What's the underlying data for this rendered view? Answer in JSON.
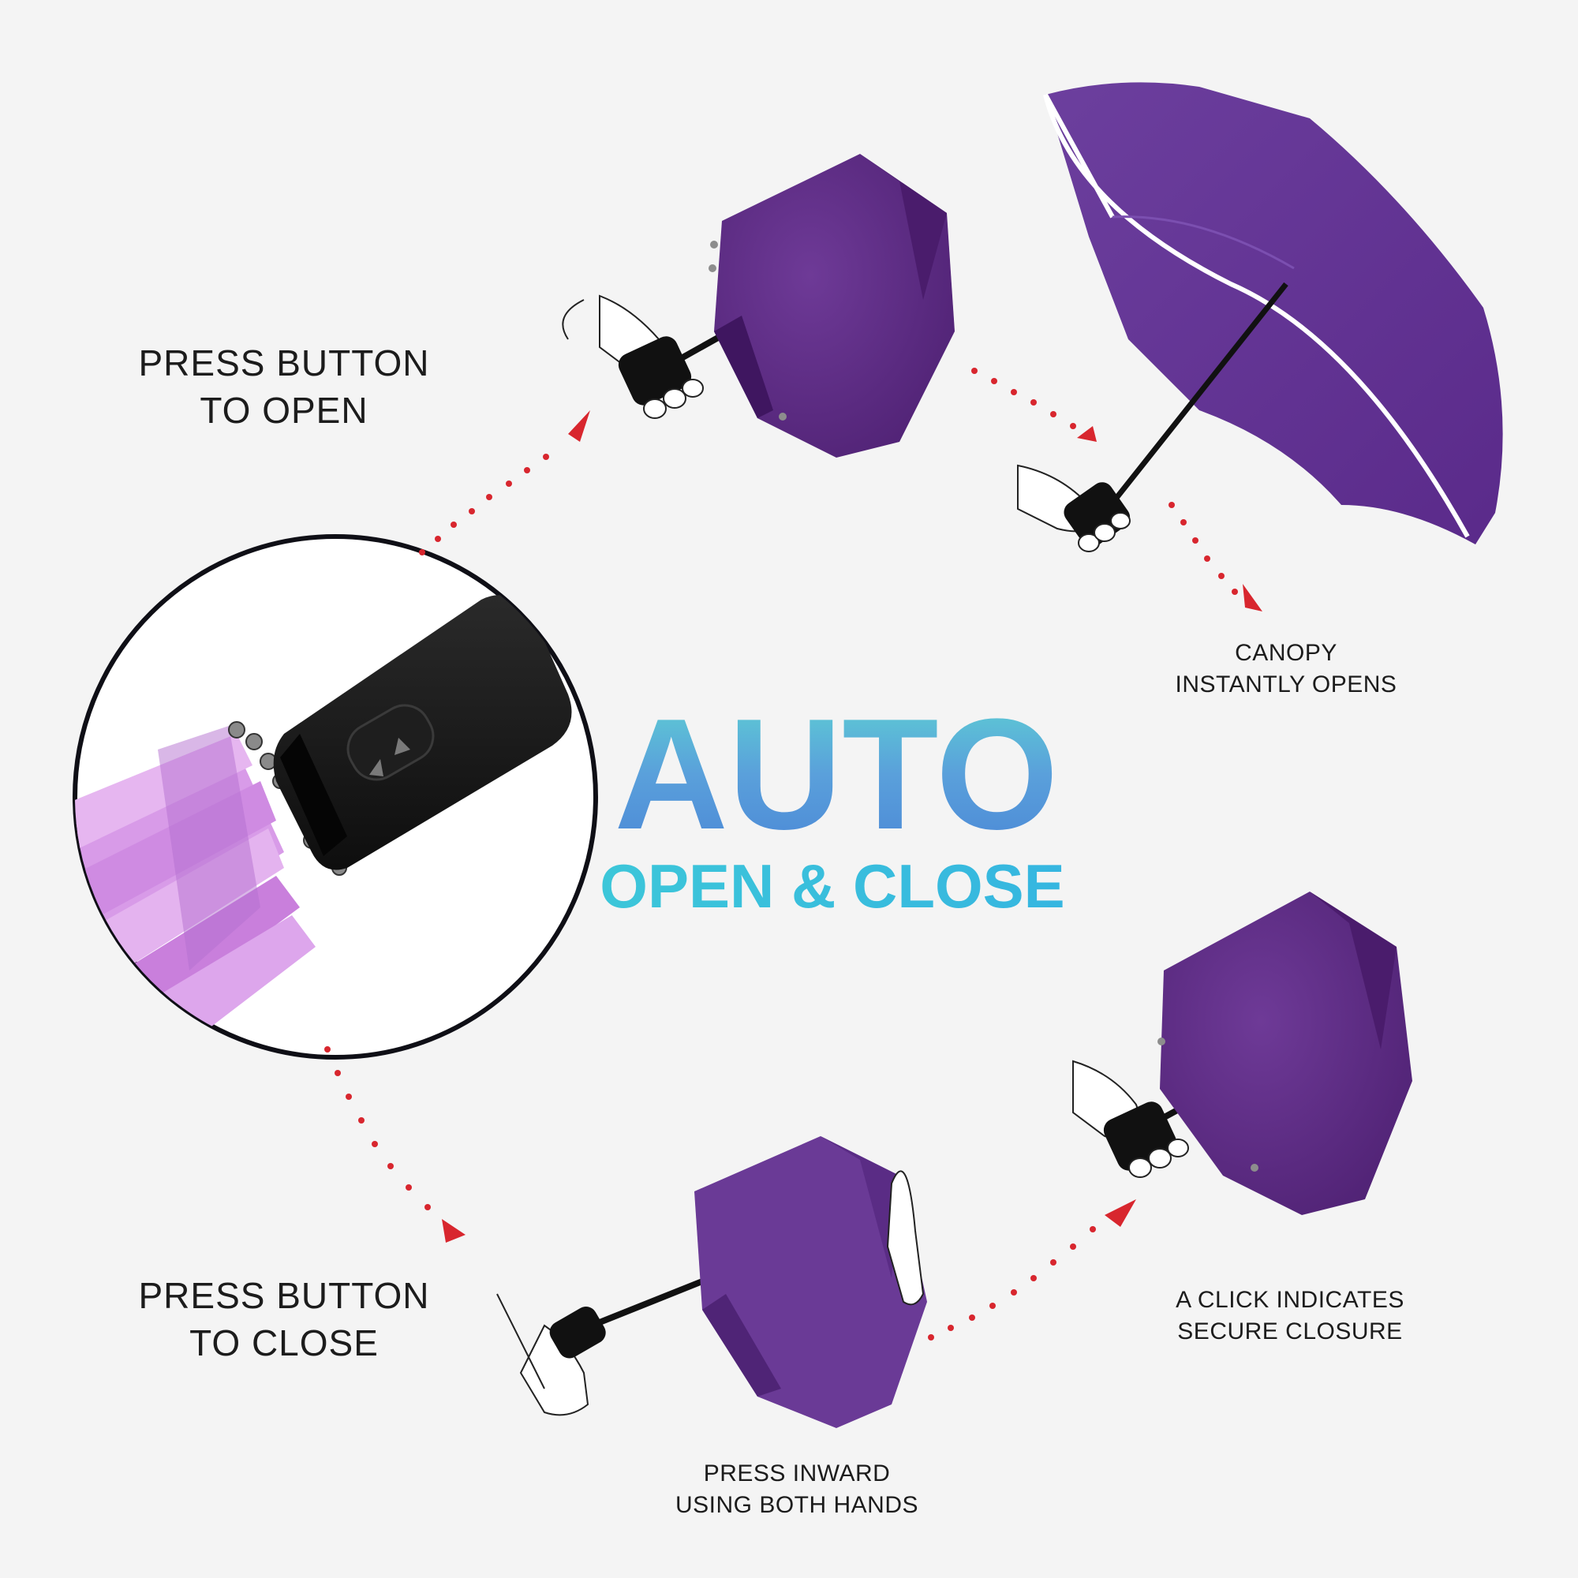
{
  "title": {
    "main": "AUTO",
    "sub": "OPEN & CLOSE"
  },
  "steps": {
    "press_open": {
      "line1": "PRESS BUTTON",
      "line2": "TO OPEN"
    },
    "canopy_opens": {
      "line1": "CANOPY",
      "line2": "INSTANTLY OPENS"
    },
    "press_close": {
      "line1": "PRESS BUTTON",
      "line2": "TO CLOSE"
    },
    "press_inward": {
      "line1": "PRESS INWARD",
      "line2": "USING BOTH HANDS"
    },
    "click_secure": {
      "line1": "A CLICK INDICATES",
      "line2": "SECURE CLOSURE"
    }
  },
  "colors": {
    "canopy": "#5a2a82",
    "canopy_light": "#7a4aa5",
    "arrow": "#d8262e",
    "title_blue": "#4a86d6",
    "title_teal": "#5dcfd6",
    "handle": "#1a1a1a",
    "zoom_canopy": "#d79ae8"
  }
}
